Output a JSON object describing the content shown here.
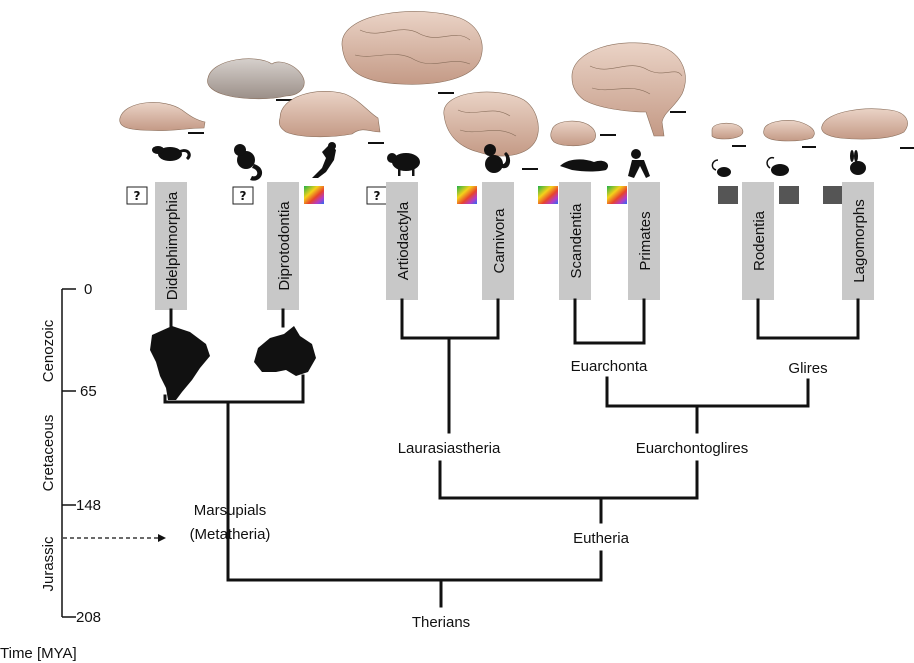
{
  "taxa": {
    "didelphimorphia": "Didelphimorphia",
    "diprotodontia": "Diprotodontia",
    "artiodactyla": "Artiodactyla",
    "carnivora": "Carnivora",
    "scandentia": "Scandentia",
    "primates": "Primates",
    "rodentia": "Rodentia",
    "lagomorphs": "Lagomorphs"
  },
  "clades": {
    "euarchonta": "Euarchonta",
    "glires": "Glires",
    "laurasiastheria": "Laurasiastheria",
    "euarchontoglires": "Euarchontoglires",
    "marsupials": "Marsupials",
    "metatheria": "(Metatheria)",
    "eutheria": "Eutheria",
    "therians": "Therians"
  },
  "timescale": {
    "ticks": [
      "0",
      "65",
      "148",
      "208"
    ],
    "eras": [
      "Cenozoic",
      "Cretaceous",
      "Jurassic"
    ],
    "unit_label": "Time [MYA]"
  },
  "unknown_mark": "?",
  "colors": {
    "label_box": "#c8c8c8",
    "line": "#111111",
    "brain_fill": "#d9b8a6"
  }
}
